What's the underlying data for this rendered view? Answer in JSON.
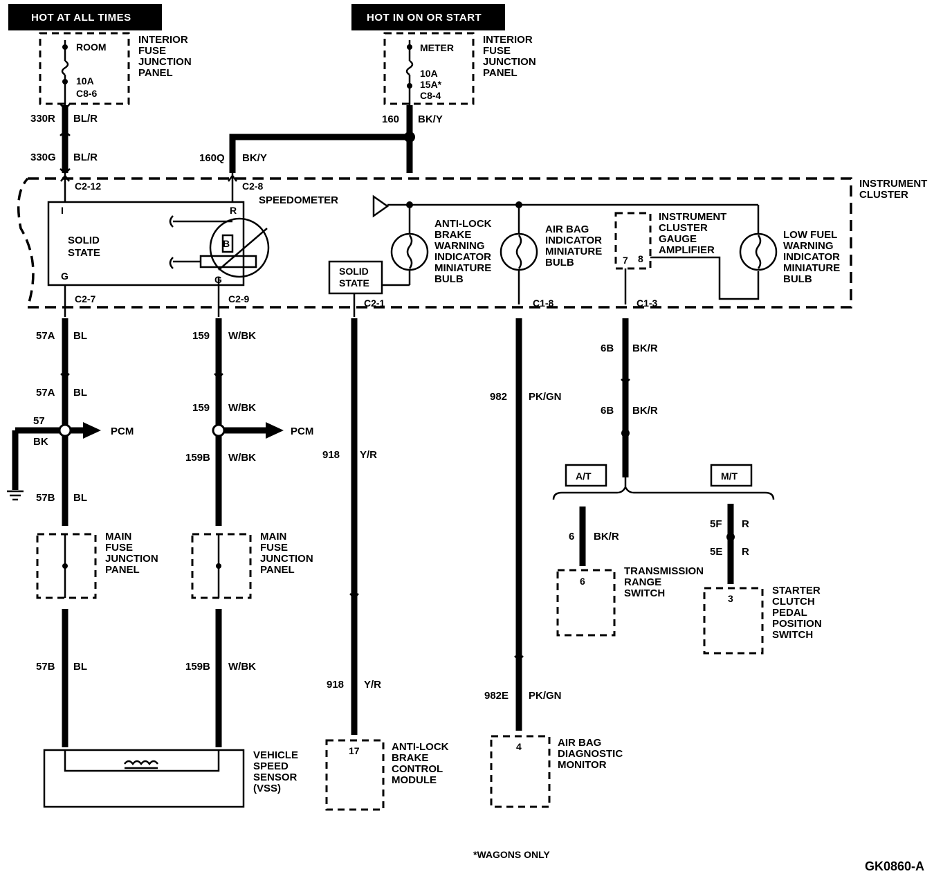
{
  "headers": {
    "hot_at_all_times": "HOT AT ALL TIMES",
    "hot_in_on_or_start": "HOT IN ON OR START"
  },
  "fuses": {
    "room": {
      "name": "ROOM",
      "rating": "10A",
      "connector": "C8-6"
    },
    "meter": {
      "name": "METER",
      "rating1": "10A",
      "rating2": "15A*",
      "connector": "C8-4"
    }
  },
  "labels": {
    "ifjp_line1": "INTERIOR",
    "ifjp_line2": "FUSE",
    "ifjp_line3": "JUNCTION",
    "ifjp_line4": "PANEL",
    "ic_line1": "INSTRUMENT",
    "ic_line2": "CLUSTER",
    "speedometer": "SPEEDOMETER",
    "solid_state_1": "SOLID",
    "solid_state_2": "STATE",
    "abs_ind": [
      "ANTI-LOCK",
      "BRAKE",
      "WARNING",
      "INDICATOR",
      "MINIATURE",
      "BULB"
    ],
    "airbag_ind": [
      "AIR BAG",
      "INDICATOR",
      "MINIATURE",
      "BULB"
    ],
    "gauge_amp": [
      "INSTRUMENT",
      "CLUSTER",
      "GAUGE",
      "AMPLIFIER"
    ],
    "low_fuel": [
      "LOW FUEL",
      "WARNING",
      "INDICATOR",
      "MINIATURE",
      "BULB"
    ],
    "mfjp": [
      "MAIN",
      "FUSE",
      "JUNCTION",
      "PANEL"
    ],
    "vss": [
      "VEHICLE",
      "SPEED",
      "SENSOR",
      "(VSS)"
    ],
    "abs_module": [
      "ANTI-LOCK",
      "BRAKE",
      "CONTROL",
      "MODULE"
    ],
    "airbag_monitor": [
      "AIR BAG",
      "DIAGNOSTIC",
      "MONITOR"
    ],
    "trs": [
      "TRANSMISSION",
      "RANGE",
      "SWITCH"
    ],
    "starter": [
      "STARTER",
      "CLUTCH",
      "PEDAL",
      "POSITION",
      "SWITCH"
    ],
    "pcm": "PCM",
    "at": "A/T",
    "mt": "M/T",
    "footnote": "*WAGONS ONLY",
    "figure_id": "GK0860-A"
  },
  "pins": {
    "I": "I",
    "R": "R",
    "G": "G",
    "G2": "G",
    "B": "B",
    "p7": "7",
    "p8": "8",
    "p17": "17",
    "p4": "4",
    "p6": "6",
    "p3": "3"
  },
  "connectors": {
    "c2_12": "C2-12",
    "c2_8": "C2-8",
    "c2_7": "C2-7",
    "c2_9": "C2-9",
    "c2_1": "C2-1",
    "c1_8": "C1-8",
    "c1_3": "C1-3"
  },
  "circuits": {
    "c330R": {
      "num": "330R",
      "color": "BL/R"
    },
    "c330G": {
      "num": "330G",
      "color": "BL/R"
    },
    "c160": {
      "num": "160",
      "color": "BK/Y"
    },
    "c160Q": {
      "num": "160Q",
      "color": "BK/Y"
    },
    "c57A_1": {
      "num": "57A",
      "color": "BL"
    },
    "c57A_2": {
      "num": "57A",
      "color": "BL"
    },
    "c57": {
      "num": "57",
      "color": "BK"
    },
    "c57B_1": {
      "num": "57B",
      "color": "BL"
    },
    "c57B_2": {
      "num": "57B",
      "color": "BL"
    },
    "c159_1": {
      "num": "159",
      "color": "W/BK"
    },
    "c159_2": {
      "num": "159",
      "color": "W/BK"
    },
    "c159B_1": {
      "num": "159B",
      "color": "W/BK"
    },
    "c159B_2": {
      "num": "159B",
      "color": "W/BK"
    },
    "c918_1": {
      "num": "918",
      "color": "Y/R"
    },
    "c918_2": {
      "num": "918",
      "color": "Y/R"
    },
    "c982": {
      "num": "982",
      "color": "PK/GN"
    },
    "c982E": {
      "num": "982E",
      "color": "PK/GN"
    },
    "c6B_1": {
      "num": "6B",
      "color": "BK/R"
    },
    "c6B_2": {
      "num": "6B",
      "color": "BK/R"
    },
    "c6": {
      "num": "6",
      "color": "BK/R"
    },
    "c5F": {
      "num": "5F",
      "color": "R"
    },
    "c5E": {
      "num": "5E",
      "color": "R"
    }
  }
}
